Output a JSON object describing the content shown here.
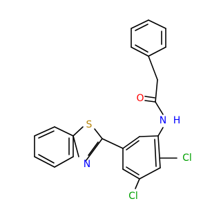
{
  "atoms": {
    "oxygen": {
      "label": "O",
      "color": "#ff0000"
    },
    "amide_nitrogen": {
      "label": "N",
      "color": "#0000ff"
    },
    "amide_hydrogen": {
      "label": "H",
      "color": "#0000ff"
    },
    "thiazole_sulfur": {
      "label": "S",
      "color": "#b8860b"
    },
    "thiazole_nitrogen": {
      "label": "N",
      "color": "#0000ff"
    },
    "chlorine_right": {
      "label": "Cl",
      "color": "#00a000"
    },
    "chlorine_bottom": {
      "label": "Cl",
      "color": "#00a000"
    }
  },
  "bond_color": "#000000",
  "background_color": "#ffffff"
}
